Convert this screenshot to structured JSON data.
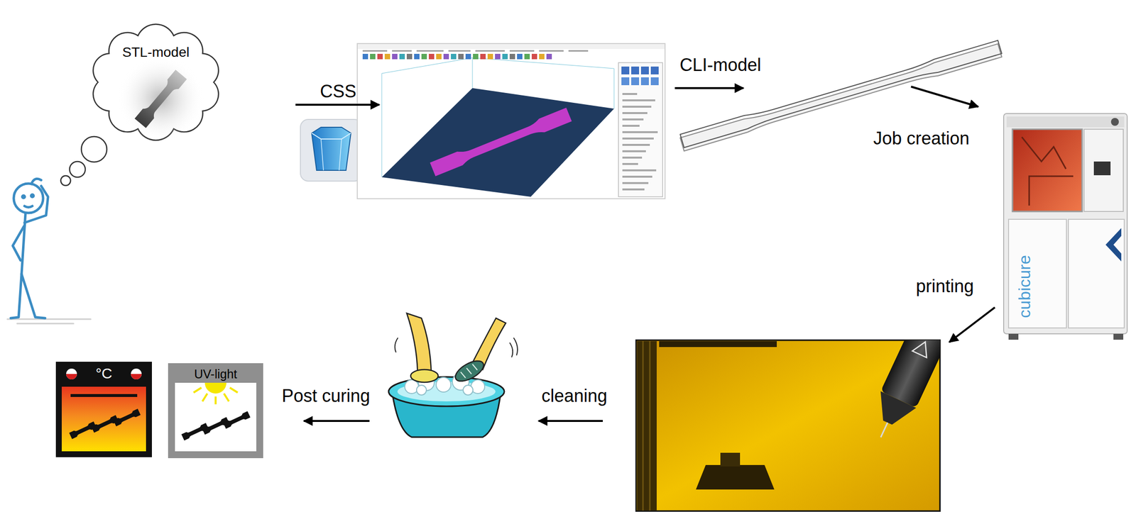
{
  "diagram": {
    "nodes": [
      {
        "text": [
          "STL-model"
        ]
      },
      {
        "text": [
          "°C"
        ]
      },
      {
        "text": [
          "UV-light"
        ]
      }
    ],
    "labels": [
      "CSS",
      "CLI-model",
      "Job creation",
      "cubicure",
      "printing",
      "cleaning",
      "Post curing"
    ]
  }
}
